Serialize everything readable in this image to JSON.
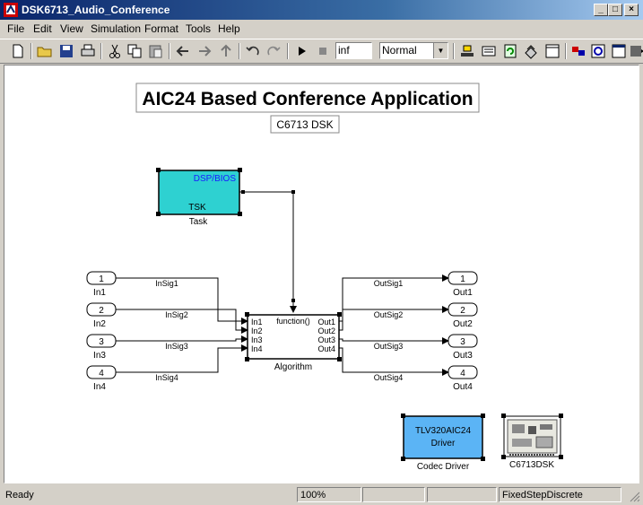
{
  "window": {
    "title": "DSK6713_Audio_Conference",
    "minimize": "_",
    "maximize": "□",
    "close": "×"
  },
  "menu": [
    "File",
    "Edit",
    "View",
    "Simulation",
    "Format",
    "Tools",
    "Help"
  ],
  "toolbar": {
    "stop_time": "inf",
    "sim_mode": "Normal"
  },
  "model": {
    "title": "AIC24 Based Conference Application",
    "subtitle": "C6713 DSK",
    "task": {
      "header": "DSP/BIOS",
      "body": "TSK",
      "name": "Task"
    },
    "inports": [
      {
        "num": "1",
        "name": "In1"
      },
      {
        "num": "2",
        "name": "In2"
      },
      {
        "num": "3",
        "name": "In3"
      },
      {
        "num": "4",
        "name": "In4"
      }
    ],
    "outports": [
      {
        "num": "1",
        "name": "Out1"
      },
      {
        "num": "2",
        "name": "Out2"
      },
      {
        "num": "3",
        "name": "Out3"
      },
      {
        "num": "4",
        "name": "Out4"
      }
    ],
    "in_signals": [
      "InSig1",
      "InSig2",
      "InSig3",
      "InSig4"
    ],
    "out_signals": [
      "OutSig1",
      "OutSig2",
      "OutSig3",
      "OutSig4"
    ],
    "algorithm": {
      "name": "Algorithm",
      "trigger": "function()",
      "inputs": [
        "In1",
        "In2",
        "In3",
        "In4"
      ],
      "outputs": [
        "Out1",
        "Out2",
        "Out3",
        "Out4"
      ]
    },
    "codec": {
      "line1": "TLV320AIC24",
      "line2": "Driver",
      "name": "Codec Driver"
    },
    "board": {
      "name": "C6713DSK"
    }
  },
  "status": {
    "state": "Ready",
    "zoom": "100%",
    "solver": "FixedStepDiscrete"
  },
  "colors": {
    "task_fill": "#2ed1d1",
    "codec_fill": "#5bb4f5",
    "title_bar": "#0a246a",
    "bios_text": "#1a1aff"
  }
}
